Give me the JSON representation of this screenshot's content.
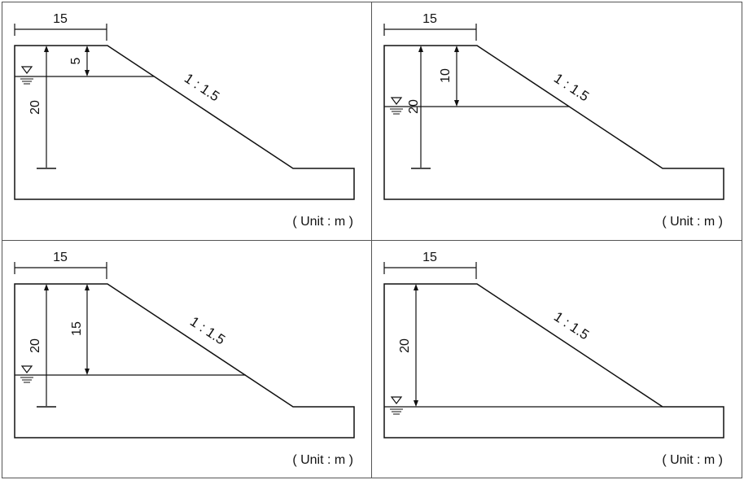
{
  "colors": {
    "line": "#111111",
    "border": "#555555",
    "background": "#ffffff"
  },
  "panels": [
    {
      "top_width_label": "15",
      "height_label": "20",
      "water_depth_label": "5",
      "slope_label": "1 : 1.5",
      "unit_label": "( Unit : m )",
      "water_depth_value": 5
    },
    {
      "top_width_label": "15",
      "height_label": "20",
      "water_depth_label": "10",
      "slope_label": "1 : 1.5",
      "unit_label": "( Unit : m )",
      "water_depth_value": 10
    },
    {
      "top_width_label": "15",
      "height_label": "20",
      "water_depth_label": "15",
      "slope_label": "1 : 1.5",
      "unit_label": "( Unit : m )",
      "water_depth_value": 15
    },
    {
      "top_width_label": "15",
      "height_label": "20",
      "water_depth_label": "",
      "slope_label": "1 : 1.5",
      "unit_label": "( Unit : m )",
      "water_depth_value": 20
    }
  ]
}
